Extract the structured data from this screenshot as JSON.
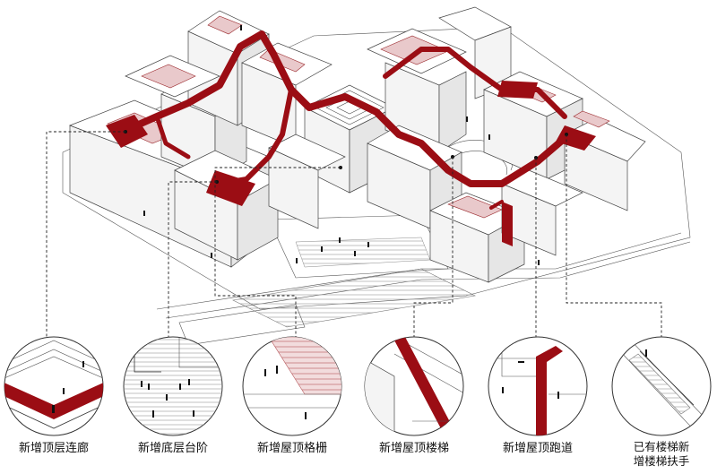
{
  "colors": {
    "accent_red": "#9b0d14",
    "accent_pink": "#e9c9cb",
    "line": "#333333",
    "background": "#ffffff"
  },
  "callouts": [
    {
      "id": "rooftop-corridor",
      "label": "新增顶层连廊"
    },
    {
      "id": "ground-steps",
      "label": "新增底层台阶"
    },
    {
      "id": "roof-grille",
      "label": "新增屋顶格栅"
    },
    {
      "id": "roof-stair",
      "label": "新增屋顶楼梯"
    },
    {
      "id": "roof-track",
      "label": "新增屋顶跑道"
    },
    {
      "id": "stair-handrail",
      "label_line1": "已有楼梯新",
      "label_line2": "增楼梯扶手"
    }
  ]
}
